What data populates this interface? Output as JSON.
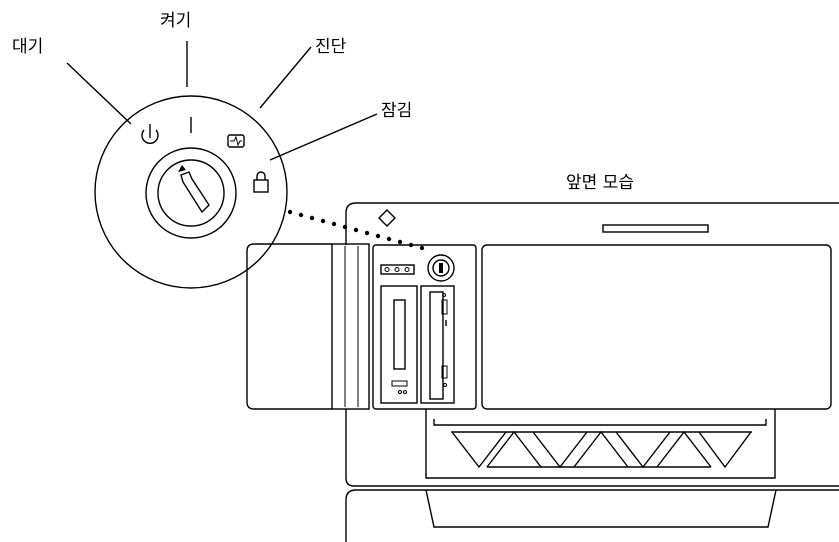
{
  "diagram": {
    "labels": {
      "standby": "대기",
      "on": "켜기",
      "diagnostic": "진단",
      "lock": "잠김",
      "front_view": "앞면 모습"
    },
    "icons": {
      "standby": "power-standby-icon",
      "on": "power-on-icon",
      "diagnostic": "diagnostic-waveform-icon",
      "lock": "padlock-icon",
      "key": "key-icon",
      "front_diamond": "diamond-indicator-icon"
    },
    "key_switch_positions": [
      "대기",
      "켜기",
      "진단",
      "잠김"
    ],
    "colors": {
      "line": "#000000",
      "background": "#ffffff"
    }
  }
}
